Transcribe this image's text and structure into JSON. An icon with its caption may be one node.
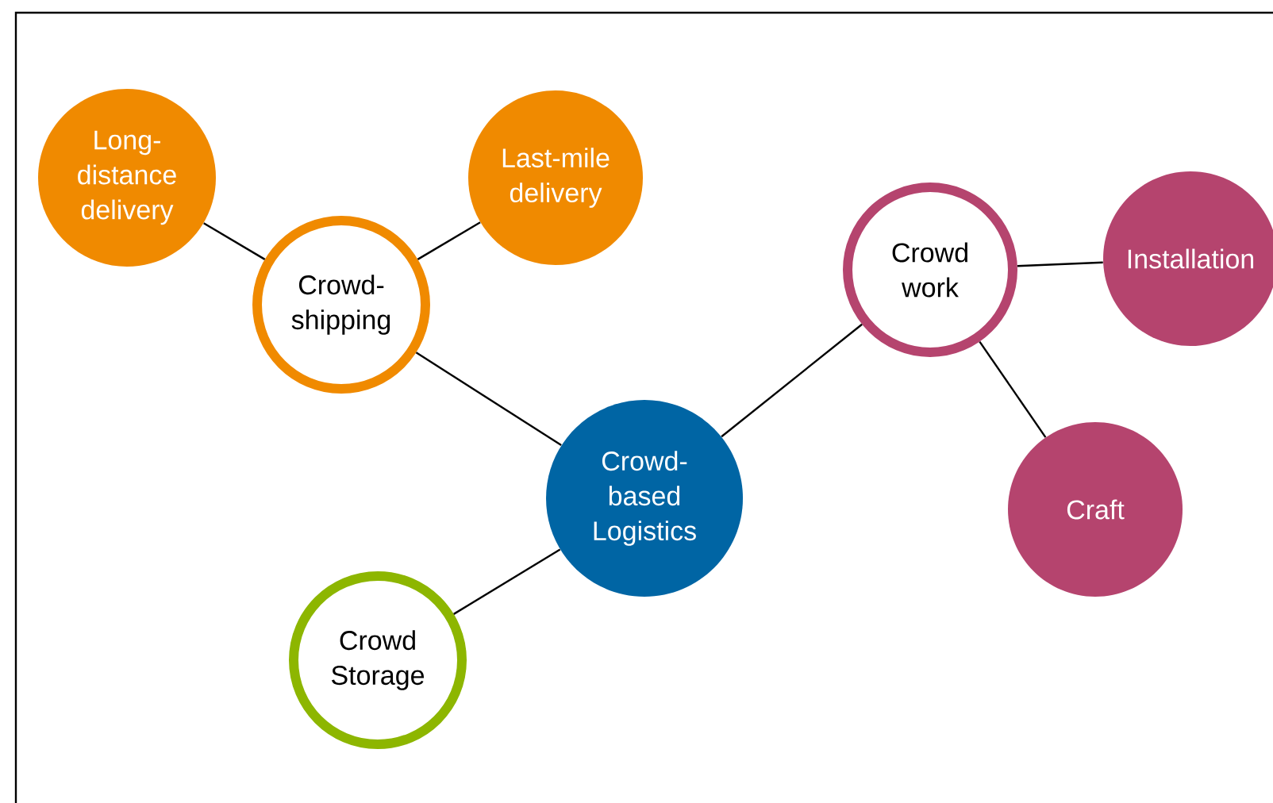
{
  "diagram": {
    "nodes": [
      {
        "text": [
          "Crowd-based Logistics"
        ]
      },
      {
        "text": [
          "Crowd-shipping"
        ]
      },
      {
        "text": [
          "Long-distance delivery"
        ]
      },
      {
        "text": [
          "Last-mile delivery"
        ]
      },
      {
        "text": [
          "Crowd work"
        ]
      },
      {
        "text": [
          "Installation"
        ]
      },
      {
        "text": [
          "Craft"
        ]
      },
      {
        "text": [
          "Crowd Storage"
        ]
      }
    ],
    "edges": [
      {
        "from": 2,
        "to": 1,
        "arrow": "none"
      },
      {
        "from": 3,
        "to": 1,
        "arrow": "none"
      },
      {
        "from": 1,
        "to": 0,
        "arrow": "none"
      },
      {
        "from": 7,
        "to": 0,
        "arrow": "none"
      },
      {
        "from": 0,
        "to": 4,
        "arrow": "none"
      },
      {
        "from": 4,
        "to": 5,
        "arrow": "none"
      },
      {
        "from": 4,
        "to": 6,
        "arrow": "none"
      }
    ]
  }
}
